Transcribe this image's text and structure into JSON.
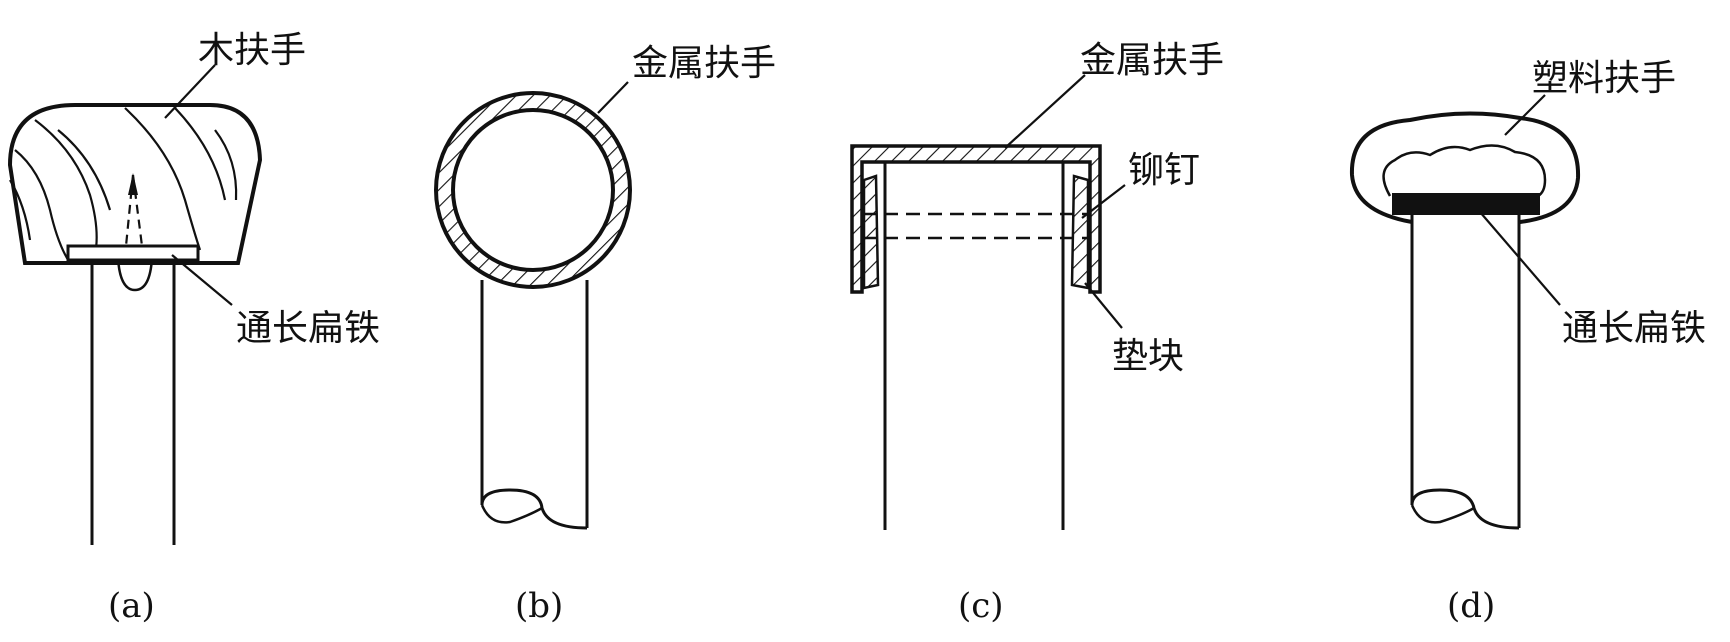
{
  "figures": [
    {
      "caption": "(a)",
      "labels": {
        "top": "木扶手",
        "bottom": "通长扁铁"
      }
    },
    {
      "caption": "(b)",
      "labels": {
        "top": "金属扶手"
      }
    },
    {
      "caption": "(c)",
      "labels": {
        "top": "金属扶手",
        "rivet": "铆钉",
        "pad": "垫块"
      }
    },
    {
      "caption": "(d)",
      "labels": {
        "top": "塑料扶手",
        "bottom": "通长扁铁"
      }
    }
  ]
}
